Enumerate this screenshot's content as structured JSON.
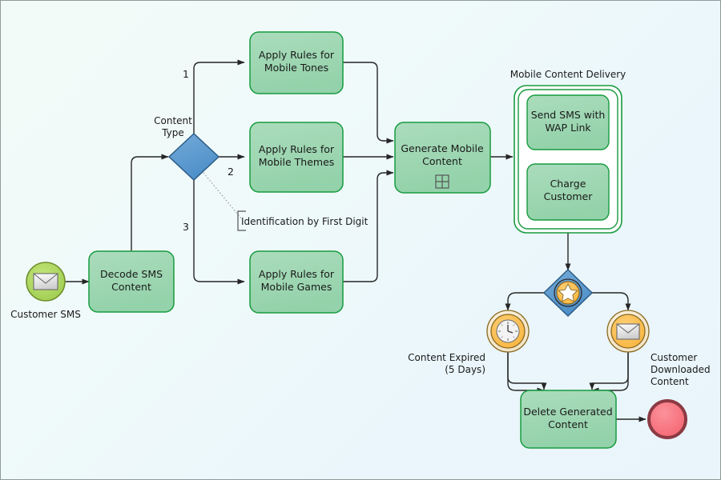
{
  "diagram": {
    "type": "bpmn-process-diagram",
    "title": "Mobile Content Delivery Process",
    "colors": {
      "task_fill": "#9fd8b4",
      "task_stroke": "#179b3f",
      "gateway_fill": "#5b9bd0",
      "gateway_stroke": "#2b5c86",
      "start_event_fill": "#a6d459",
      "start_event_stroke": "#6f8f2e",
      "intermediate_event_fill": "#fbbe4a",
      "intermediate_event_stroke": "#8a6a22",
      "end_event_fill": "#f7737f",
      "end_event_stroke": "#8c3a43",
      "subprocess_stroke": "#179b3f",
      "flow_stroke": "#262626",
      "annotation_stroke": "#555555",
      "background_start": "#f2fbf7",
      "background_end": "#e9f5fb"
    }
  },
  "events": {
    "start": {
      "id": "customer-sms",
      "label": "Customer SMS",
      "icon": "envelope-icon",
      "kind": "message-start-event"
    },
    "timer": {
      "id": "content-expired",
      "label_line1": "Content Expired",
      "label_line2": "(5 Days)",
      "icon": "clock-icon",
      "kind": "timer-intermediate-event"
    },
    "message_catch": {
      "id": "customer-downloaded",
      "label_line1": "Customer",
      "label_line2": "Downloaded",
      "label_line3": "Content",
      "icon": "envelope-icon",
      "kind": "message-intermediate-event"
    },
    "end": {
      "id": "process-end",
      "label": "",
      "kind": "end-event"
    }
  },
  "gateways": {
    "content_type": {
      "id": "content-type-gateway",
      "label_line1": "Content",
      "label_line2": "Type",
      "kind": "exclusive-gateway"
    },
    "event_based": {
      "id": "event-based-gateway",
      "label": "",
      "icon": "star-event-gateway-icon",
      "kind": "event-based-gateway"
    }
  },
  "tasks": [
    {
      "id": "decode-sms-content",
      "line1": "Decode SMS",
      "line2": "Content"
    },
    {
      "id": "apply-rules-mobile-tones",
      "line1": "Apply Rules for",
      "line2": "Mobile Tones"
    },
    {
      "id": "apply-rules-mobile-themes",
      "line1": "Apply Rules for",
      "line2": "Mobile Themes"
    },
    {
      "id": "apply-rules-mobile-games",
      "line1": "Apply Rules for",
      "line2": "Mobile Games"
    },
    {
      "id": "generate-mobile-content",
      "line1": "Generate Mobile",
      "line2": "Content",
      "marker": "collapsed-subprocess-grid-icon"
    },
    {
      "id": "delete-generated-content",
      "line1": "Delete Generated",
      "line2": "Content"
    }
  ],
  "subprocess": {
    "id": "mobile-content-delivery",
    "title": "Mobile Content Delivery",
    "kind": "transaction-subprocess",
    "children": [
      {
        "id": "send-sms-with-wap-link",
        "line1": "Send SMS with",
        "line2": "WAP Link"
      },
      {
        "id": "charge-customer",
        "line1": "Charge",
        "line2": "Customer"
      }
    ]
  },
  "flow_labels": {
    "branch_1": "1",
    "branch_2": "2",
    "branch_3": "3"
  },
  "annotation": {
    "id": "identification-by-first-digit",
    "text": "Identification by First Digit"
  }
}
